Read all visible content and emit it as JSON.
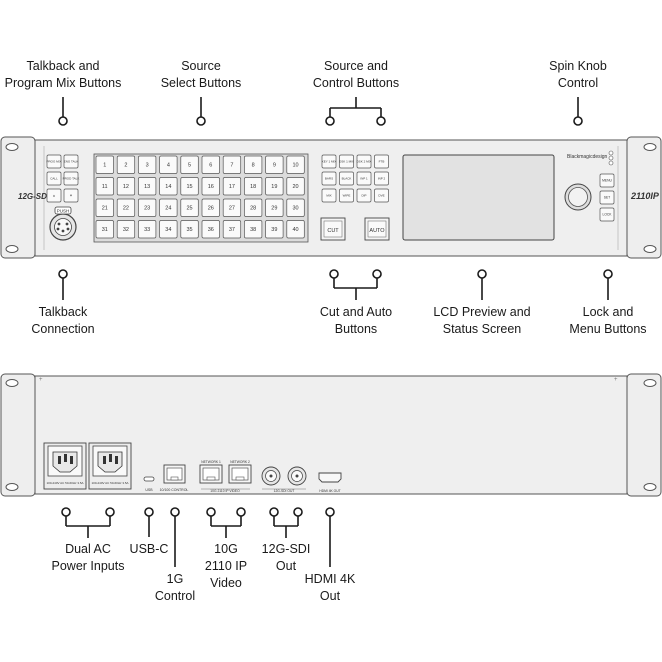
{
  "front_labels": {
    "talkback_program": [
      "Talkback and",
      "Program Mix Buttons"
    ],
    "source_select": [
      "Source",
      "Select Buttons"
    ],
    "source_control": [
      "Source and",
      "Control Buttons"
    ],
    "spin_knob": [
      "Spin Knob",
      "Control"
    ],
    "talkback_connection": [
      "Talkback",
      "Connection"
    ],
    "cut_auto": [
      "Cut and Auto",
      "Buttons"
    ],
    "lcd_preview": [
      "LCD Preview and",
      "Status Screen"
    ],
    "lock_menu": [
      "Lock and",
      "Menu Buttons"
    ]
  },
  "rear_labels": {
    "dual_ac": [
      "Dual AC",
      "Power Inputs"
    ],
    "usb_c": [
      "USB-C"
    ],
    "control_1g": [
      "1G",
      "Control"
    ],
    "ip_video": [
      "10G",
      "2110 IP",
      "Video"
    ],
    "sdi_out": [
      "12G-SDI",
      "Out"
    ],
    "hdmi_out": [
      "HDMI 4K",
      "Out"
    ]
  },
  "panel_text": {
    "model_left": "12G-SDI",
    "model_right": "2110IP",
    "brand": "Blackmagicdesign",
    "push": "PUSH",
    "cut": "CUT",
    "auto": "AUTO",
    "left_buttons": [
      "PROG MIX",
      "ENG TALK",
      "CALL",
      "PROD TALK",
      "▲",
      "▼"
    ],
    "source_numbers": [
      "1",
      "2",
      "3",
      "4",
      "5",
      "6",
      "7",
      "8",
      "9",
      "10",
      "11",
      "12",
      "13",
      "14",
      "15",
      "16",
      "17",
      "18",
      "19",
      "20",
      "21",
      "22",
      "23",
      "24",
      "25",
      "26",
      "27",
      "28",
      "29",
      "30",
      "31",
      "32",
      "33",
      "34",
      "35",
      "36",
      "37",
      "38",
      "39",
      "40"
    ],
    "control_buttons": [
      "KEY 1 MIX",
      "DSK 1 MIX",
      "DSK 2 MIX",
      "FTB",
      "BARS",
      "BLACK",
      "INP 1",
      "INP 2",
      "MIX",
      "WIPE",
      "DIP",
      "DVE"
    ],
    "menu_buttons": [
      "MENU",
      "SET",
      "LOCK"
    ],
    "rear_port_labels": [
      "USB",
      "10/100 CONTROL",
      "NETWORK 1",
      "NETWORK 2",
      "10G 2110 IP VIDEO",
      "12G-SDI OUT",
      "HDMI 4K OUT"
    ],
    "power_labels": [
      "100-240V AC 50-60Hz 3.5A",
      "100-240V AC 50-60Hz 3.5A"
    ]
  },
  "colors": {
    "panel": "#eeeeee",
    "outline": "#555555",
    "line": "#1a1a1a",
    "lcd": "#e2e2e2"
  }
}
